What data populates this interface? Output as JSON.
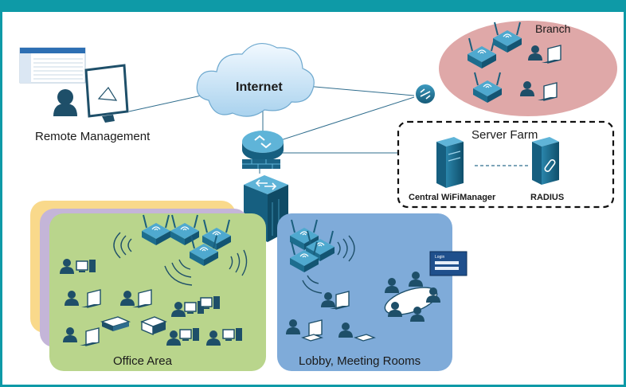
{
  "labels": {
    "internet": "Internet",
    "remote_management": "Remote Management",
    "branch": "Branch",
    "server_farm": "Server Farm",
    "central_wifimanager": "Central WiFiManager",
    "radius": "RADIUS",
    "office_area": "Office Area",
    "lobby": "Lobby, Meeting Rooms",
    "login": "Login"
  },
  "colors": {
    "accent": "#0e9aa7",
    "office_green": "#b9d58c",
    "office_purple": "#c4b5d8",
    "office_yellow": "#f9d98b",
    "lobby_blue": "#7fabd9",
    "branch_pink": "#dc9f9f",
    "device_blue": "#1c6b8a",
    "cloud_blue": "#cfe6f5"
  }
}
